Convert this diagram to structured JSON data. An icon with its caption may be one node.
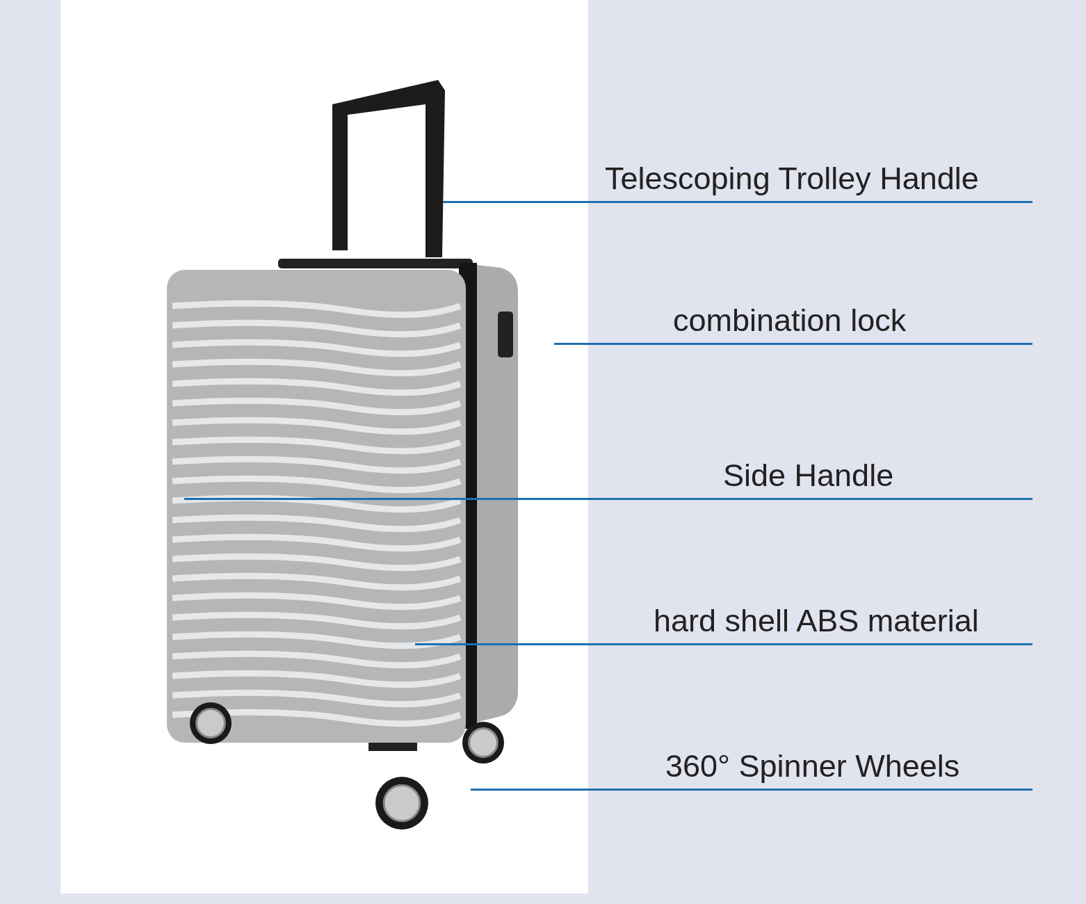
{
  "diagram": {
    "nodes": [
      {
        "text": [
          "Telescoping Trolley Handle"
        ]
      },
      {
        "text": [
          "combination lock"
        ]
      },
      {
        "text": [
          "Side Handle"
        ]
      },
      {
        "text": [
          "hard shell ABS material"
        ]
      },
      {
        "text": [
          "360° Spinner Wheels"
        ]
      }
    ],
    "edges": [
      {
        "from": 0,
        "to": null,
        "arrow": "none"
      },
      {
        "from": 1,
        "to": null,
        "arrow": "none"
      },
      {
        "from": 2,
        "to": null,
        "arrow": "none"
      },
      {
        "from": 3,
        "to": null,
        "arrow": "none"
      },
      {
        "from": 4,
        "to": null,
        "arrow": "none"
      }
    ]
  }
}
